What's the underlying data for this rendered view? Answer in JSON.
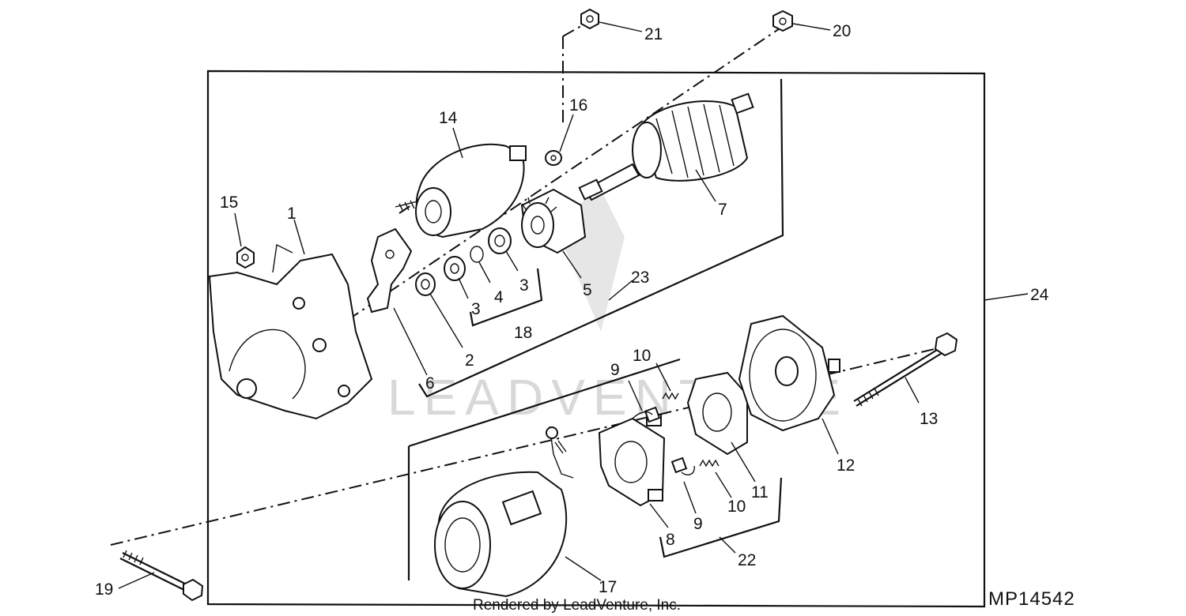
{
  "diagram": {
    "code": "MP14542",
    "credit": "Rendered by LeadVenture, Inc.",
    "watermark": "LEADVENTURE",
    "callouts": {
      "c1": "1",
      "c2": "2",
      "c3a": "3",
      "c3b": "3",
      "c4": "4",
      "c5": "5",
      "c6": "6",
      "c7": "7",
      "c8": "8",
      "c9a": "9",
      "c9b": "9",
      "c10a": "10",
      "c10b": "10",
      "c11": "11",
      "c12": "12",
      "c13": "13",
      "c14": "14",
      "c15": "15",
      "c16": "16",
      "c17": "17",
      "c18": "18",
      "c19": "19",
      "c20": "20",
      "c21": "21",
      "c22": "22",
      "c23": "23",
      "c24": "24"
    }
  }
}
